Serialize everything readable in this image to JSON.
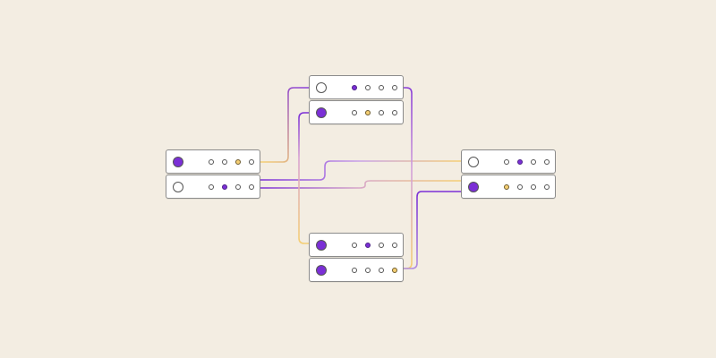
{
  "diagram": {
    "background": "#f3ede2",
    "colors": {
      "purple": "#7b2fd6",
      "yellow": "#f5cf74",
      "light_purple": "#cda5ea",
      "outline": "#555555",
      "box_border": "#8b8b8b"
    },
    "groups": [
      {
        "id": "group-left",
        "units": [
          {
            "id": "left-1",
            "port": "filled",
            "indicators": [
              "off",
              "off",
              "yellow",
              "off"
            ]
          },
          {
            "id": "left-2",
            "port": "empty",
            "indicators": [
              "off",
              "purple",
              "off",
              "off"
            ]
          }
        ]
      },
      {
        "id": "group-top",
        "units": [
          {
            "id": "top-1",
            "port": "empty",
            "indicators": [
              "purple",
              "off",
              "off",
              "off"
            ]
          },
          {
            "id": "top-2",
            "port": "filled",
            "indicators": [
              "off",
              "yellow",
              "off",
              "off"
            ]
          }
        ]
      },
      {
        "id": "group-right",
        "units": [
          {
            "id": "right-1",
            "port": "empty",
            "indicators": [
              "off",
              "purple",
              "off",
              "off"
            ]
          },
          {
            "id": "right-2",
            "port": "filled",
            "indicators": [
              "yellow",
              "off",
              "off",
              "off"
            ]
          }
        ]
      },
      {
        "id": "group-bottom",
        "units": [
          {
            "id": "bottom-1",
            "port": "filled",
            "indicators": [
              "off",
              "purple",
              "off",
              "off"
            ]
          },
          {
            "id": "bottom-2",
            "port": "filled",
            "indicators": [
              "off",
              "off",
              "off",
              "yellow"
            ]
          }
        ]
      }
    ],
    "connections": [
      {
        "id": "left1-to-top1",
        "from": "left-1",
        "to": "top-1",
        "color": "yellow-purple"
      },
      {
        "id": "left2-to-right1",
        "from": "left-2",
        "to": "right-1",
        "color": "purple-yellow"
      },
      {
        "id": "left2-to-right2",
        "from": "left-2",
        "to": "right-2",
        "color": "purple-yellow"
      },
      {
        "id": "top2-to-bottom1",
        "from": "top-2",
        "to": "bottom-1",
        "color": "purple-yellow"
      },
      {
        "id": "top1-to-bottom2",
        "from": "top-1",
        "to": "bottom-2",
        "color": "purple-yellow"
      },
      {
        "id": "right2-to-bottom2",
        "from": "right-2",
        "to": "bottom-2",
        "color": "purple-yellow"
      }
    ]
  }
}
